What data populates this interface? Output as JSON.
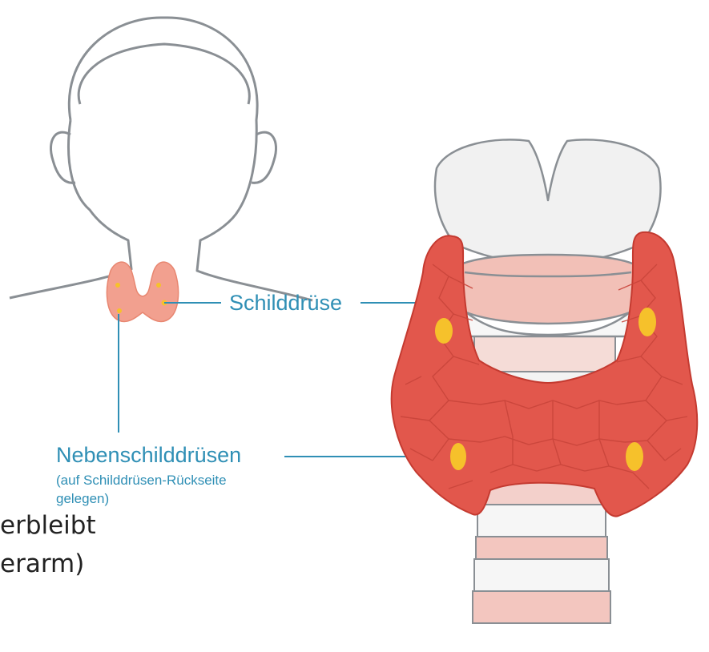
{
  "labels": {
    "thyroid": "Schilddrüse",
    "parathyroid": "Nebenschilddrüsen",
    "parathyroid_note_line1": "(auf Schilddrüsen-Rückseite",
    "parathyroid_note_line2": "gelegen)"
  },
  "slide_text": {
    "line1": "erbleibt",
    "line2": "erarm)"
  },
  "colors": {
    "label_blue": "#2f8fb5",
    "gland_red": "#e2574c",
    "parathyroid_yellow": "#f6c12b",
    "outline_gray": "#8a8f94"
  }
}
